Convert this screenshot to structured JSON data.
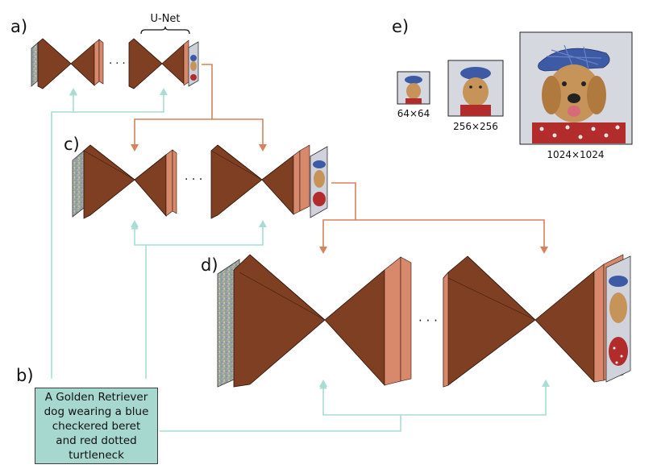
{
  "labels": {
    "a": "a)",
    "b": "b)",
    "c": "c)",
    "d": "d)",
    "e": "e)"
  },
  "unet_label": "U-Net",
  "ellipsis": "· · ·",
  "prompt_text": "A Golden Retriever dog wearing a blue checkered beret and red dotted turtleneck",
  "resolutions": [
    "64×64",
    "256×256",
    "1024×1024"
  ],
  "colors": {
    "wedge": "#7e3f22",
    "wedge_edge": "#2b130a",
    "slab": "#d9896b",
    "arrow_orange": "#d6825c",
    "arrow_teal": "#a8dcd4",
    "prompt_bg": "#a6d8cf"
  }
}
